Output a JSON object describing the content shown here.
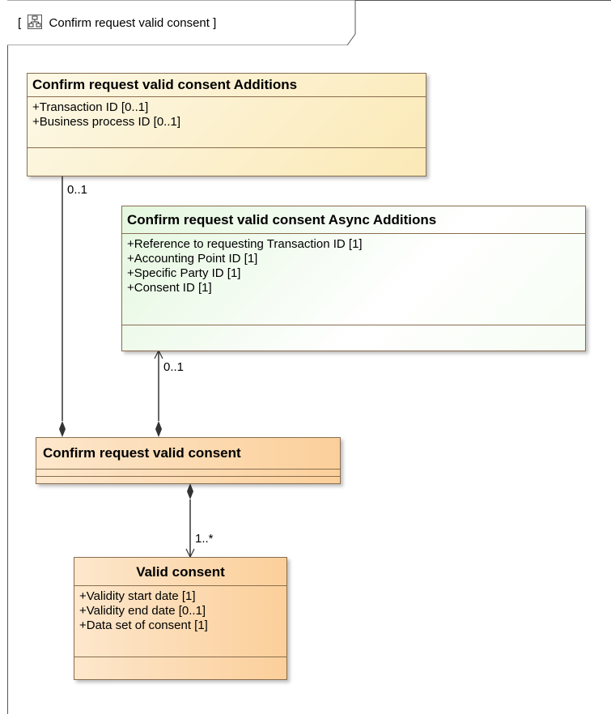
{
  "frame": {
    "label_open": "[",
    "title": "Confirm request valid consent",
    "label_close": "]"
  },
  "classes": {
    "additions": {
      "name": "Confirm request valid consent Additions",
      "attributes": [
        "+Transaction ID [0..1]",
        "+Business process ID [0..1]"
      ]
    },
    "async_additions": {
      "name": "Confirm request valid consent Async Additions",
      "attributes": [
        "+Reference to requesting Transaction ID [1]",
        "+Accounting Point ID [1]",
        "+Specific Party ID [1]",
        "+Consent ID [1]"
      ]
    },
    "main": {
      "name": "Confirm request valid consent"
    },
    "valid_consent": {
      "name": "Valid consent",
      "attributes": [
        "+Validity start date [1]",
        "+Validity end date [0..1]",
        "+Data set of consent [1]"
      ]
    }
  },
  "multiplicities": {
    "additions": "0..1",
    "async_additions": "0..1",
    "valid_consent": "1..*"
  },
  "colors": {
    "border": "#8a6d4e",
    "edge": "#333333"
  }
}
